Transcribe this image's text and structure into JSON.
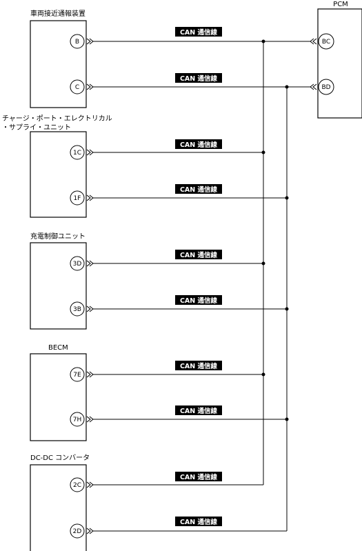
{
  "modules": [
    {
      "label": "車両接近通報装置",
      "pins": [
        "B",
        "C"
      ]
    },
    {
      "label_lines": [
        "チャージ・ポート・エレクトリカル",
        "・サプライ・ユニット"
      ],
      "pins": [
        "1C",
        "1F"
      ]
    },
    {
      "label": "充電制御ユニット",
      "pins": [
        "3D",
        "3B"
      ]
    },
    {
      "label": "BECM",
      "pins": [
        "7E",
        "7H"
      ]
    },
    {
      "label": "DC-DC コンバータ",
      "pins": [
        "2C",
        "2D"
      ]
    }
  ],
  "pcm": {
    "label": "PCM",
    "pins": [
      "BC",
      "BD"
    ]
  },
  "wire_label": "CAN 通信線"
}
